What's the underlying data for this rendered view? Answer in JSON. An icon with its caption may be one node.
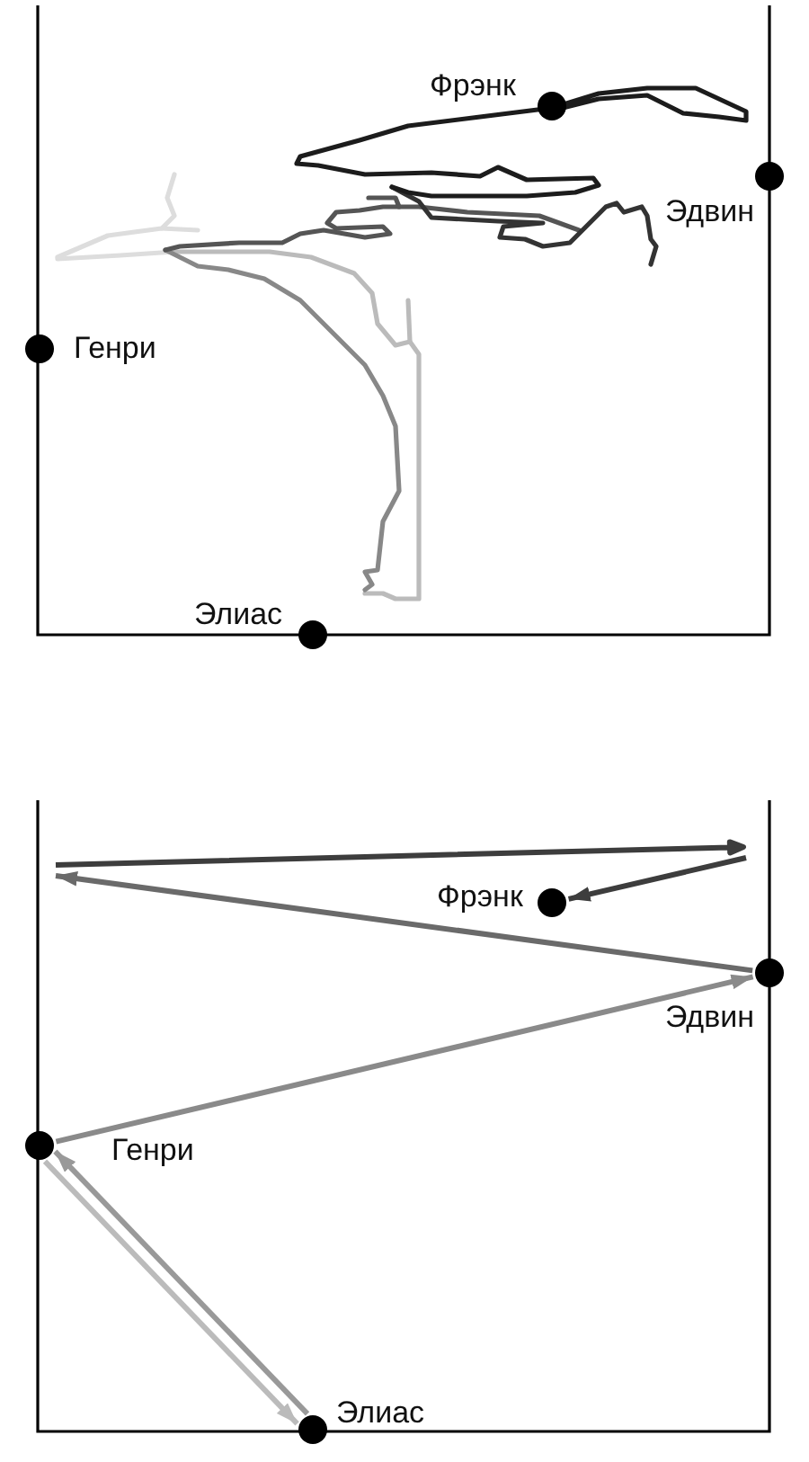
{
  "diagram": {
    "nodes": [
      {
        "text": [],
        "shape": "circle",
        "beside": [
          "Фрэнк"
        ]
      },
      {
        "text": [],
        "shape": "circle",
        "beside": [
          "Эдвин"
        ]
      },
      {
        "text": [],
        "shape": "circle",
        "beside": [
          "Генри"
        ]
      },
      {
        "text": [],
        "shape": "circle",
        "beside": [
          "Элиас"
        ]
      },
      {
        "text": [],
        "shape": "circle",
        "beside": [
          "Фрэнк"
        ]
      },
      {
        "text": [],
        "shape": "circle",
        "beside": [
          "Эдвин"
        ]
      },
      {
        "text": [],
        "shape": "circle",
        "beside": [
          "Генри"
        ]
      },
      {
        "text": [],
        "shape": "circle",
        "beside": [
          "Элиас"
        ]
      }
    ],
    "edges": [
      {
        "from": 6,
        "to": 7,
        "arrow": "to",
        "color": "#bbbbbb"
      },
      {
        "from": 7,
        "to": 6,
        "arrow": "to",
        "color": "#999999"
      },
      {
        "from": 6,
        "to": 5,
        "arrow": "to",
        "color": "#8a8a8a"
      },
      {
        "from": 5,
        "to": null,
        "arrow": "to",
        "color": "#6a6a6a"
      },
      {
        "from": null,
        "to": 4,
        "arrow": "to",
        "color": "#3d3d3d"
      }
    ]
  }
}
